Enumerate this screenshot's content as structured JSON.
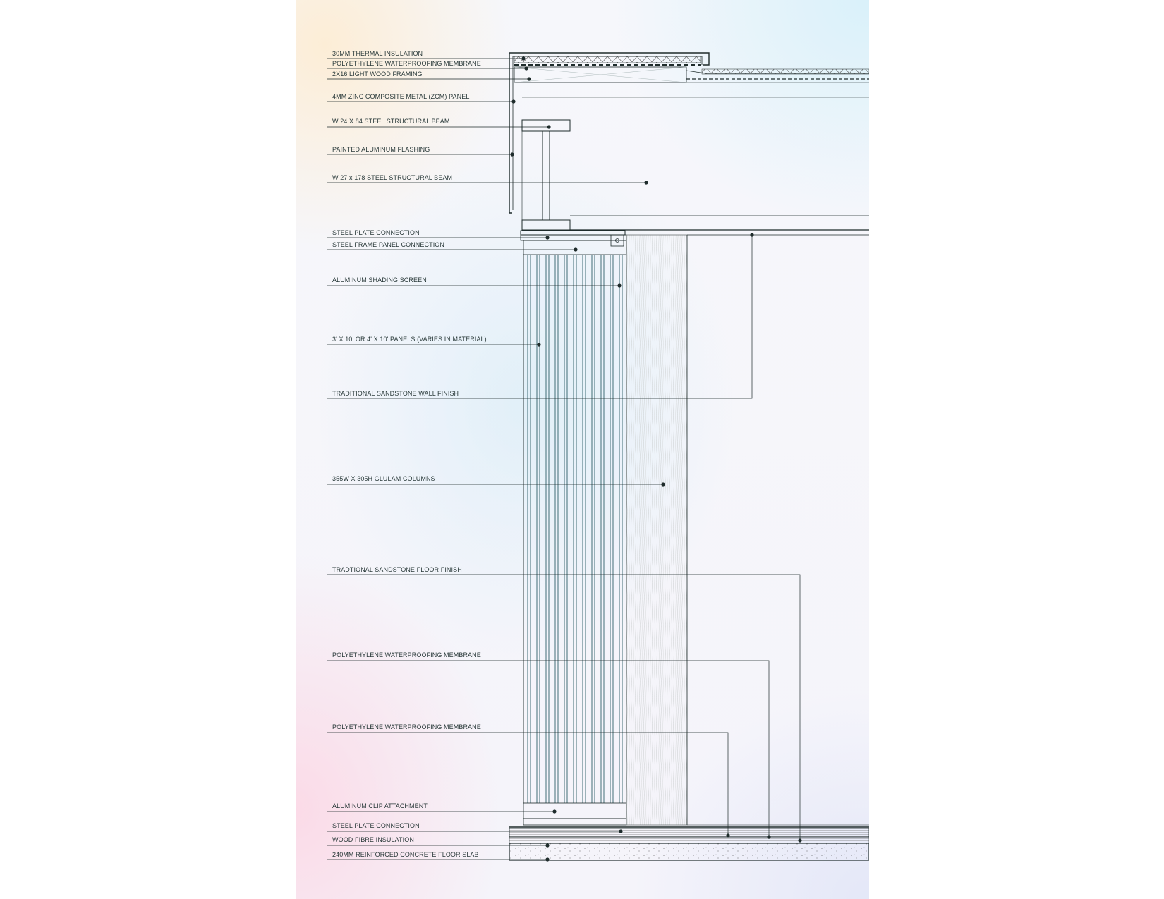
{
  "labels": {
    "thermal_insulation": "30MM THERMAL INSULATION",
    "membrane_roof": "POLYETHYLENE WATERPROOFING MEMBRANE",
    "wood_framing": "2X16 LIGHT WOOD FRAMING",
    "zcm_panel": "4MM ZINC COMPOSITE METAL (ZCM) PANEL",
    "beam_w24": "W 24 X 84 STEEL STRUCTURAL BEAM",
    "flashing": "PAINTED ALUMINUM FLASHING",
    "beam_w27": "W 27 x 178 STEEL STRUCTURAL BEAM",
    "steel_plate_top": "STEEL PLATE CONNECTION",
    "steel_frame_panel": "STEEL FRAME PANEL CONNECTION",
    "shading_screen": "ALUMINUM SHADING SCREEN",
    "panels": "3' X 10' OR 4' X 10' PANELS (VARIES IN MATERIAL)",
    "sandstone_wall": "TRADITIONAL SANDSTONE WALL FINISH",
    "glulam": "355W X 305H GLULAM COLUMNS",
    "sandstone_floor": "TRADTIONAL SANDSTONE FLOOR FINISH",
    "membrane_floor_1": "POLYETHYLENE WATERPROOFING MEMBRANE",
    "membrane_floor_2": "POLYETHYLENE WATERPROOFING MEMBRANE",
    "clip": "ALUMINUM CLIP ATTACHMENT",
    "steel_plate_bottom": "STEEL PLATE CONNECTION",
    "wood_fibre": "WOOD FIBRE INSULATION",
    "slab": "240MM REINFORCED CONCRETE FLOOR SLAB"
  },
  "colors": {
    "line": "#1e2b2b",
    "panel_line": "#2f5f68",
    "hatch": "#9aa3a3"
  }
}
